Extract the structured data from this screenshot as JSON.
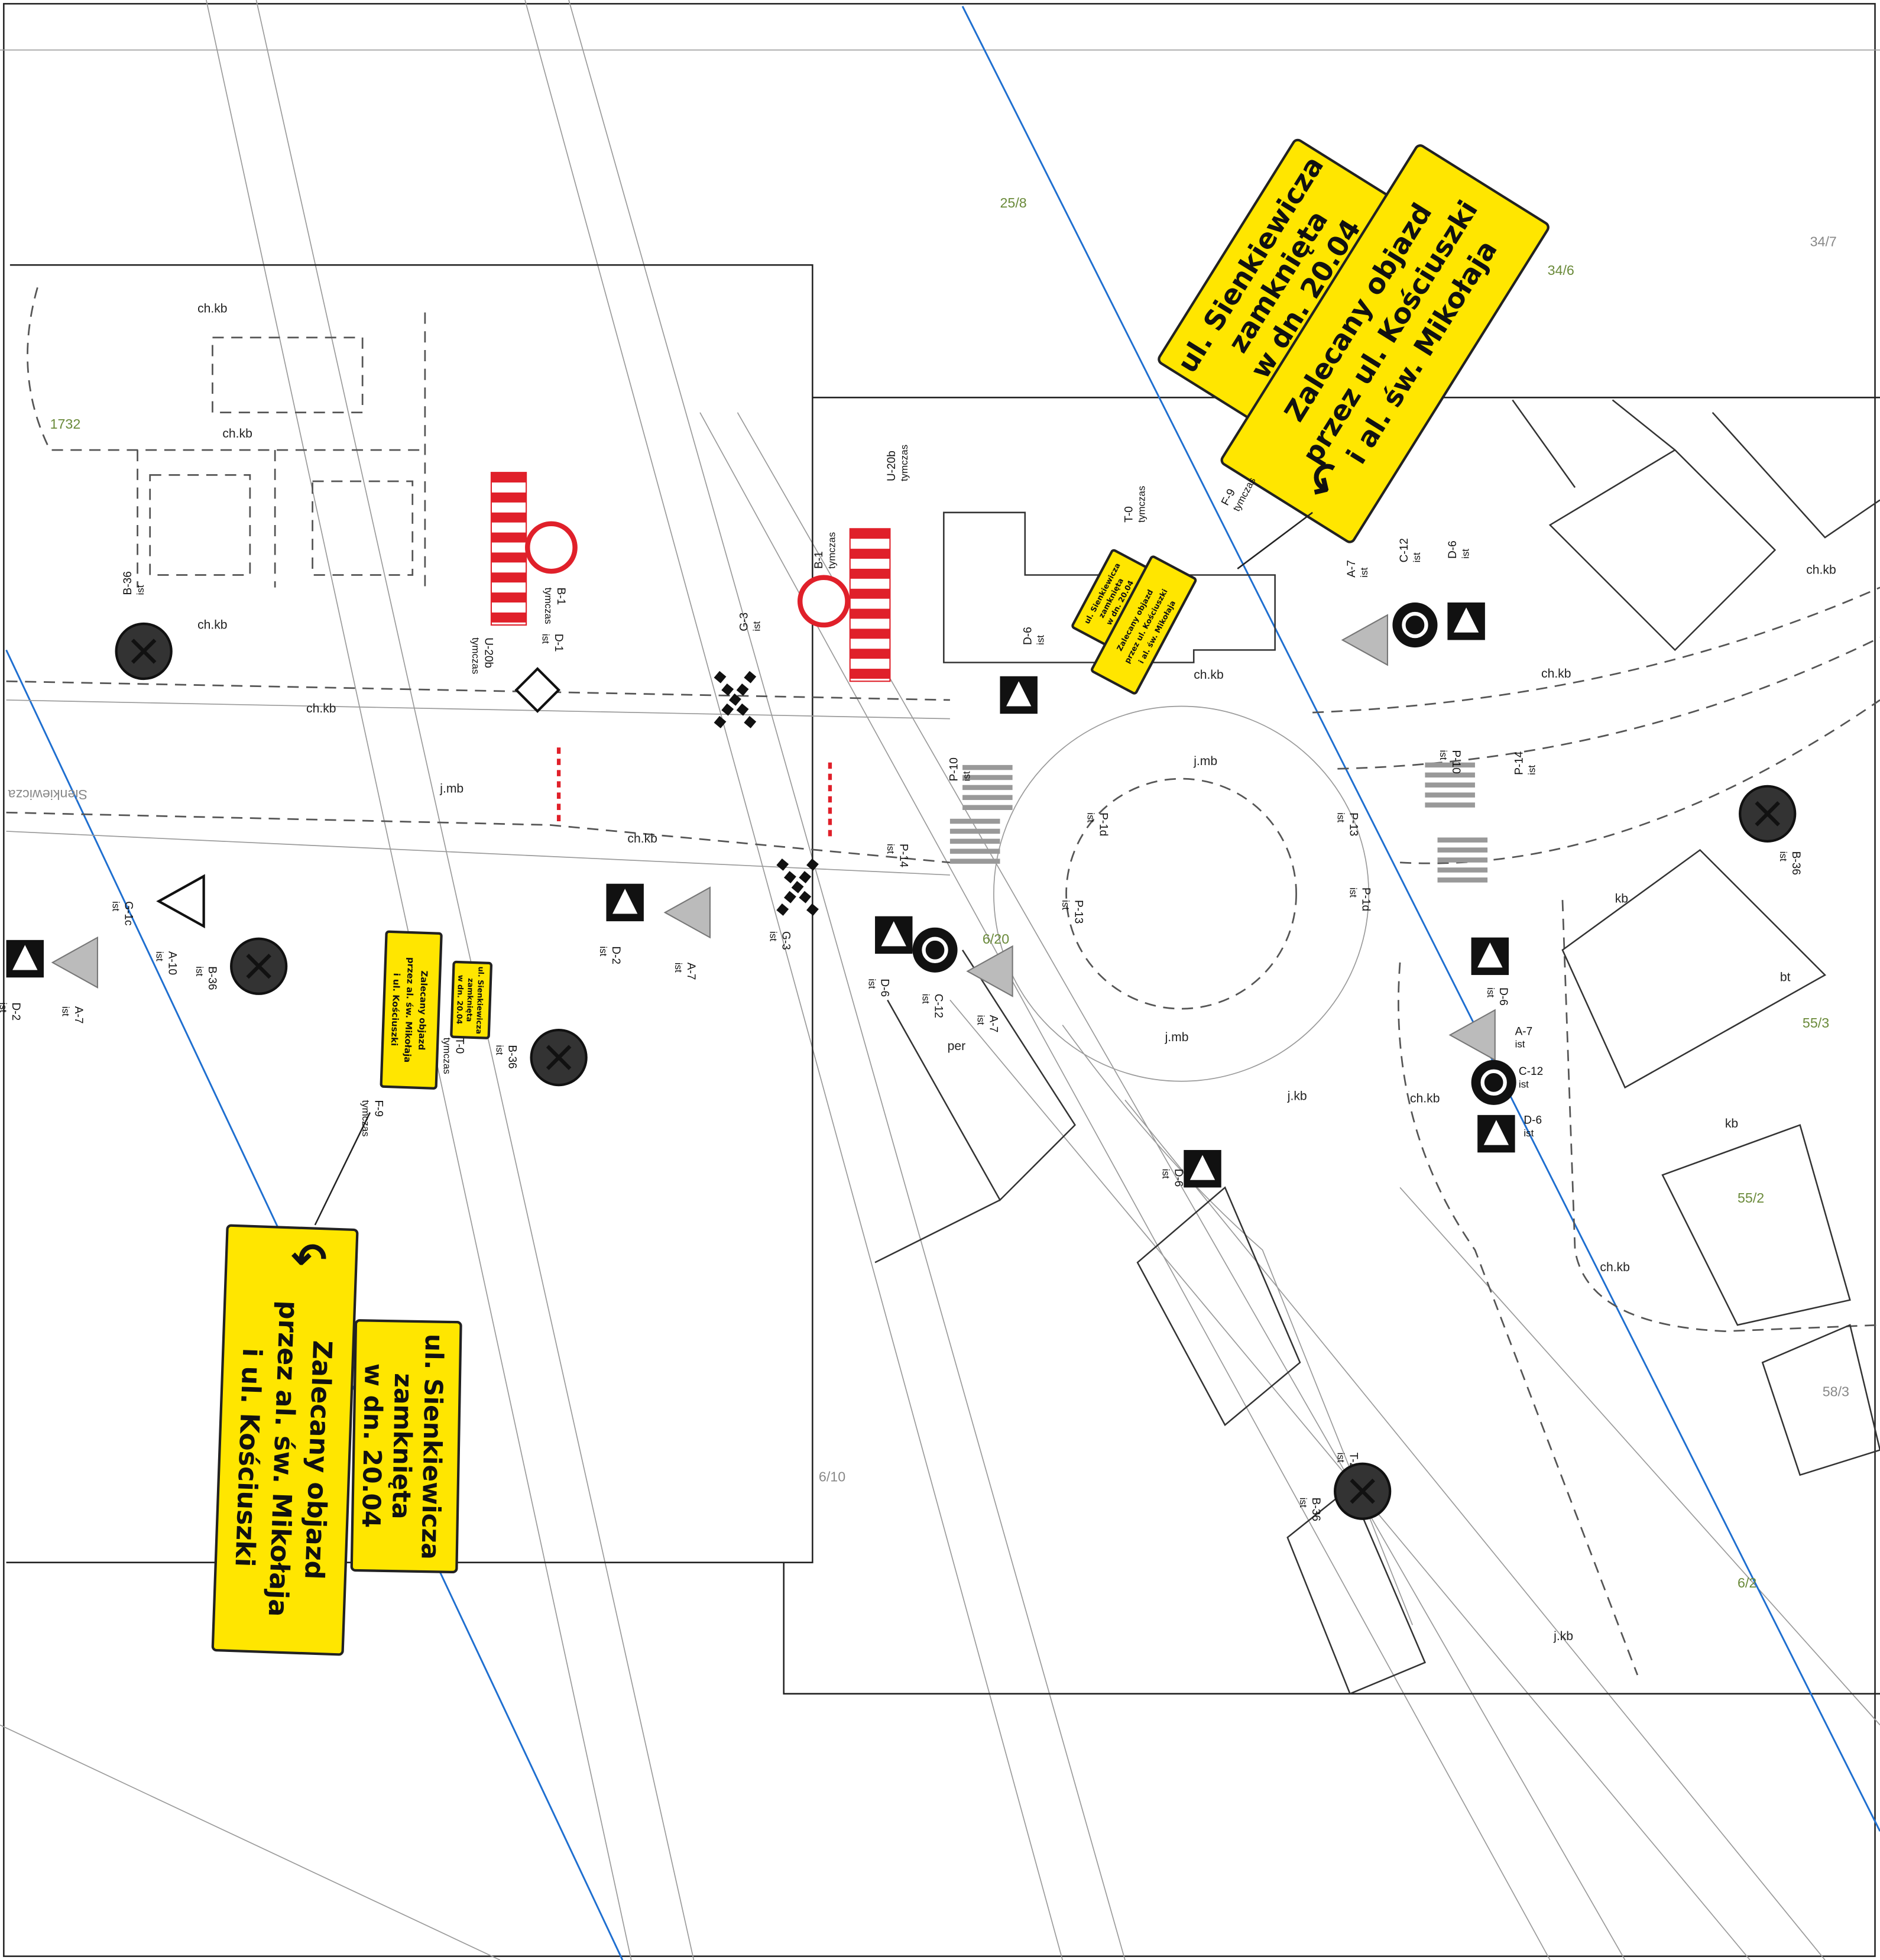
{
  "map": {
    "street_name": "Sienkiewicza",
    "parcels": [
      "25/8",
      "34/6",
      "34/7",
      "1732",
      "6/20",
      "6/10",
      "55/3",
      "55/2",
      "58/3",
      "6/2"
    ],
    "area_labels": {
      "ch_kb": "ch.kb",
      "j_mb": "j.mb",
      "kb": "kb",
      "bt": "bt",
      "per": "per",
      "j_kb": "j.kb"
    }
  },
  "detour_signs": {
    "closed": {
      "line1": "ul. Sienkiewicza",
      "line2": "zamknięta",
      "line3": "w dn. 20.04"
    },
    "detour_top": {
      "line1": "Zalecany objazd",
      "line2": "przez ul. Kościuszki",
      "line3": "i al. św. Mikołaja"
    },
    "detour_bottom": {
      "line1": "Zalecany objazd",
      "line2": "przez al. św. Mikołaja",
      "line3": "i ul. Kościuszki"
    }
  },
  "signs": [
    {
      "code": "B-1",
      "status": "tymczas"
    },
    {
      "code": "U-20b",
      "status": "tymczas"
    },
    {
      "code": "D-1",
      "status": "ist"
    },
    {
      "code": "B-1",
      "status": "tymczas"
    },
    {
      "code": "U-20b",
      "status": "tymczas"
    },
    {
      "code": "B-36",
      "status": "ist"
    },
    {
      "code": "G-3",
      "status": "ist"
    },
    {
      "code": "G-3",
      "status": "ist"
    },
    {
      "code": "D-6",
      "status": "ist"
    },
    {
      "code": "T-0",
      "status": "tymczas"
    },
    {
      "code": "F-9",
      "status": "tymczas"
    },
    {
      "code": "A-7",
      "status": "ist"
    },
    {
      "code": "C-12",
      "status": "ist"
    },
    {
      "code": "D-6",
      "status": "ist"
    },
    {
      "code": "P-10",
      "status": "ist"
    },
    {
      "code": "P-14",
      "status": "ist"
    },
    {
      "code": "P-1d",
      "status": "ist"
    },
    {
      "code": "P-13",
      "status": "ist"
    },
    {
      "code": "P-10",
      "status": "ist"
    },
    {
      "code": "P-14",
      "status": "ist"
    },
    {
      "code": "P-13",
      "status": "ist"
    },
    {
      "code": "P-1d",
      "status": "ist"
    },
    {
      "code": "B-36",
      "status": "ist"
    },
    {
      "code": "D-6",
      "status": "ist"
    },
    {
      "code": "C-12",
      "status": "ist"
    },
    {
      "code": "A-7",
      "status": "ist"
    },
    {
      "code": "D-6",
      "status": "ist"
    },
    {
      "code": "A-7",
      "status": "ist"
    },
    {
      "code": "C-12",
      "status": "ist"
    },
    {
      "code": "D-6",
      "status": "ist"
    },
    {
      "code": "D-6",
      "status": "ist"
    },
    {
      "code": "T-24",
      "status": "ist"
    },
    {
      "code": "B-36",
      "status": "ist"
    },
    {
      "code": "D-2",
      "status": "ist"
    },
    {
      "code": "A-7",
      "status": "ist"
    },
    {
      "code": "B-36",
      "status": "ist"
    },
    {
      "code": "T-0",
      "status": "tymczas"
    },
    {
      "code": "F-9",
      "status": "tymczas"
    },
    {
      "code": "B-36",
      "status": "ist"
    },
    {
      "code": "G-1c",
      "status": "ist"
    },
    {
      "code": "A-10",
      "status": "ist"
    },
    {
      "code": "D-2",
      "status": "ist"
    },
    {
      "code": "A-7",
      "status": "ist"
    }
  ],
  "colors": {
    "sign_yellow": "#ffe600",
    "barrier_red": "#e0202a",
    "boundary_blue": "#1f6fd0"
  }
}
